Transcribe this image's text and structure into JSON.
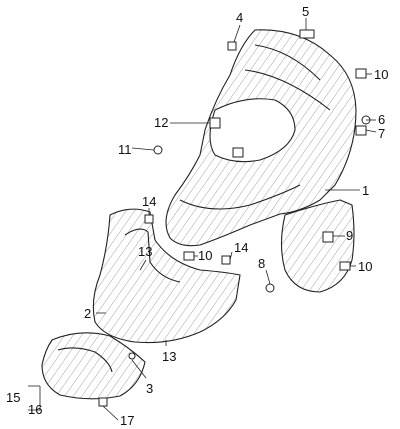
{
  "diagram": {
    "callouts": [
      {
        "id": "c1",
        "label": "1"
      },
      {
        "id": "c2",
        "label": "2"
      },
      {
        "id": "c3",
        "label": "3"
      },
      {
        "id": "c4",
        "label": "4"
      },
      {
        "id": "c5",
        "label": "5"
      },
      {
        "id": "c6",
        "label": "6"
      },
      {
        "id": "c7",
        "label": "7"
      },
      {
        "id": "c8",
        "label": "8"
      },
      {
        "id": "c9",
        "label": "9"
      },
      {
        "id": "c10a",
        "label": "10"
      },
      {
        "id": "c10b",
        "label": "10"
      },
      {
        "id": "c10c",
        "label": "10"
      },
      {
        "id": "c11",
        "label": "11"
      },
      {
        "id": "c12",
        "label": "12"
      },
      {
        "id": "c13a",
        "label": "13"
      },
      {
        "id": "c13b",
        "label": "13"
      },
      {
        "id": "c14a",
        "label": "14"
      },
      {
        "id": "c14b",
        "label": "14"
      },
      {
        "id": "c15",
        "label": "15"
      },
      {
        "id": "c16",
        "label": "16"
      },
      {
        "id": "c17",
        "label": "17"
      }
    ],
    "colors": {
      "line": "#222222",
      "hatch": "#555555",
      "fill": "#ffffff"
    }
  }
}
